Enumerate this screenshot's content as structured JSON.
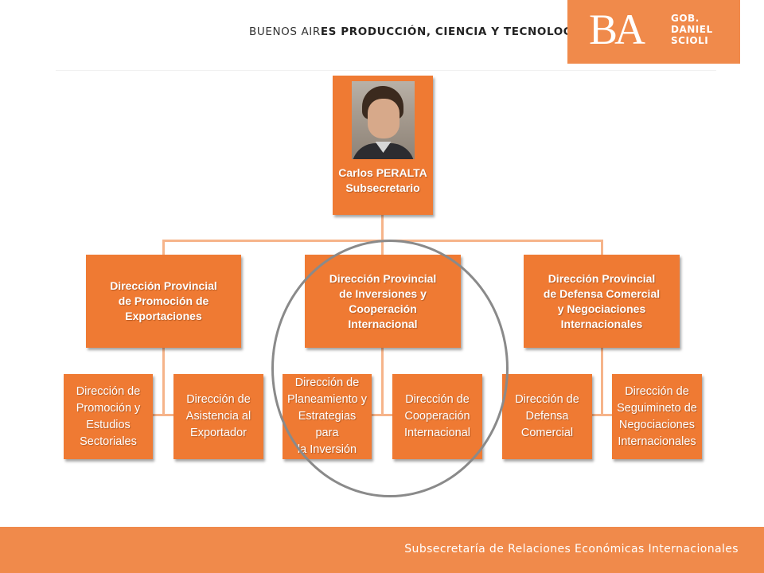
{
  "header": {
    "prefix": "BUENOS AIR",
    "bold": "ES PRODUCCIÓN, CIENCIA Y TECNOLOGÍA"
  },
  "logo": {
    "mark": "BA",
    "lines": [
      "GOB.",
      "DANIEL",
      "SCIOLI"
    ]
  },
  "org": {
    "top": {
      "name": "Carlos PERALTA",
      "role": "Subsecretario"
    },
    "directions": [
      {
        "title": [
          "Dirección Provincial",
          "de Promoción de",
          "Exportaciones"
        ]
      },
      {
        "title": [
          "Dirección Provincial",
          "de Inversiones y Cooperación",
          "Internacional"
        ]
      },
      {
        "title": [
          "Dirección Provincial",
          "de Defensa Comercial",
          "y Negociaciones",
          "Internacionales"
        ]
      }
    ],
    "subunits": [
      {
        "title": [
          "Dirección de",
          "Promoción y",
          "Estudios",
          "Sectoriales"
        ]
      },
      {
        "title": [
          "Dirección de",
          "Asistencia al",
          "Exportador"
        ]
      },
      {
        "title": [
          "Dirección de",
          "Planeamiento y",
          "Estrategias para",
          "la Inversión"
        ]
      },
      {
        "title": [
          "Dirección de",
          "Cooperación",
          "Internacional"
        ]
      },
      {
        "title": [
          "Dirección de",
          "Defensa",
          "Comercial"
        ]
      },
      {
        "title": [
          "Dirección de",
          "Seguimineto de",
          "Negociaciones",
          "Internacionales"
        ]
      }
    ]
  },
  "footer": {
    "text": "Subsecretaría de Relaciones Económicas Internacionales"
  },
  "colors": {
    "accent": "#f08a4b",
    "box": "#ef7a33",
    "connector": "#f6b48a",
    "highlight_ring": "#8a8a8a"
  }
}
